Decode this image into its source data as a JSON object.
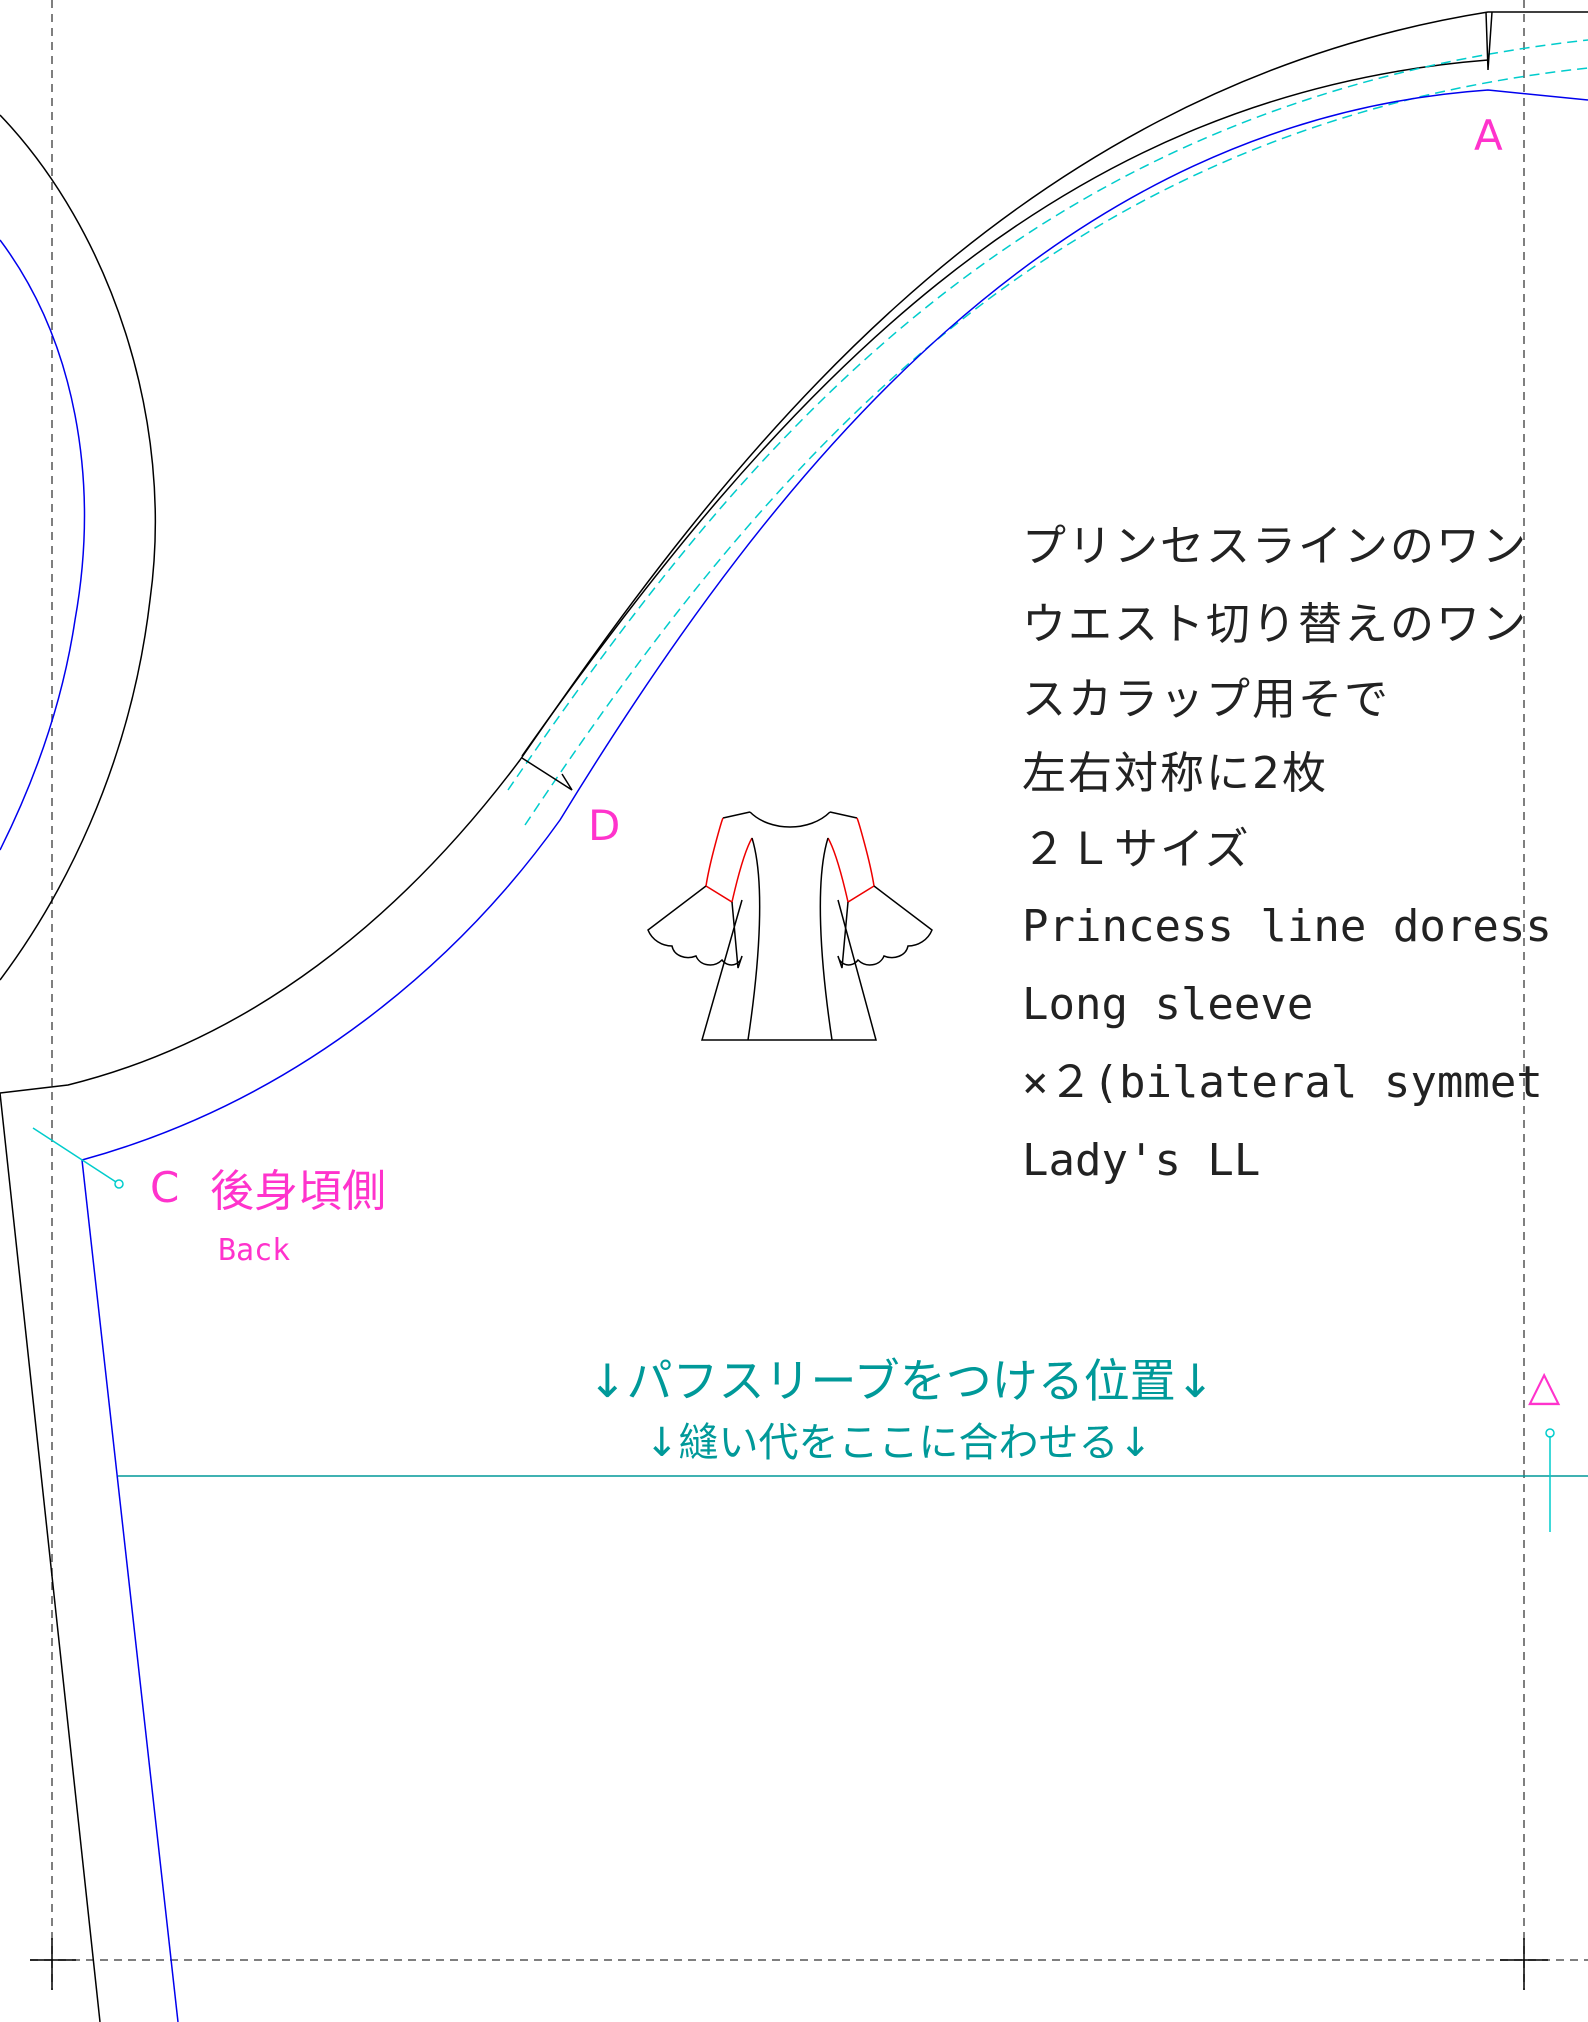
{
  "colors": {
    "outline": "#000000",
    "stitch": "#0000ee",
    "marker": "#ff33cc",
    "guide": "#00cccc",
    "teal": "#009999",
    "sleeve": "#ee0000",
    "dash": "#555555"
  },
  "labels": {
    "point_a": "A",
    "point_d": "D",
    "point_c": "C",
    "back_jp": "後身頃側",
    "back_en": "Back",
    "triangle": "△"
  },
  "description": {
    "lines": [
      "プリンセスラインのワン",
      "ウエスト切り替えのワン",
      "スカラップ用そで",
      "左右対称に2枚",
      "２Ｌサイズ",
      "Princess line doress",
      "Long sleeve",
      "×２(bilateral symmet",
      "Lady's  LL"
    ]
  },
  "puff_sleeve": {
    "line1": "↓パフスリーブをつける位置↓",
    "line2": "↓縫い代をここに合わせる↓"
  }
}
